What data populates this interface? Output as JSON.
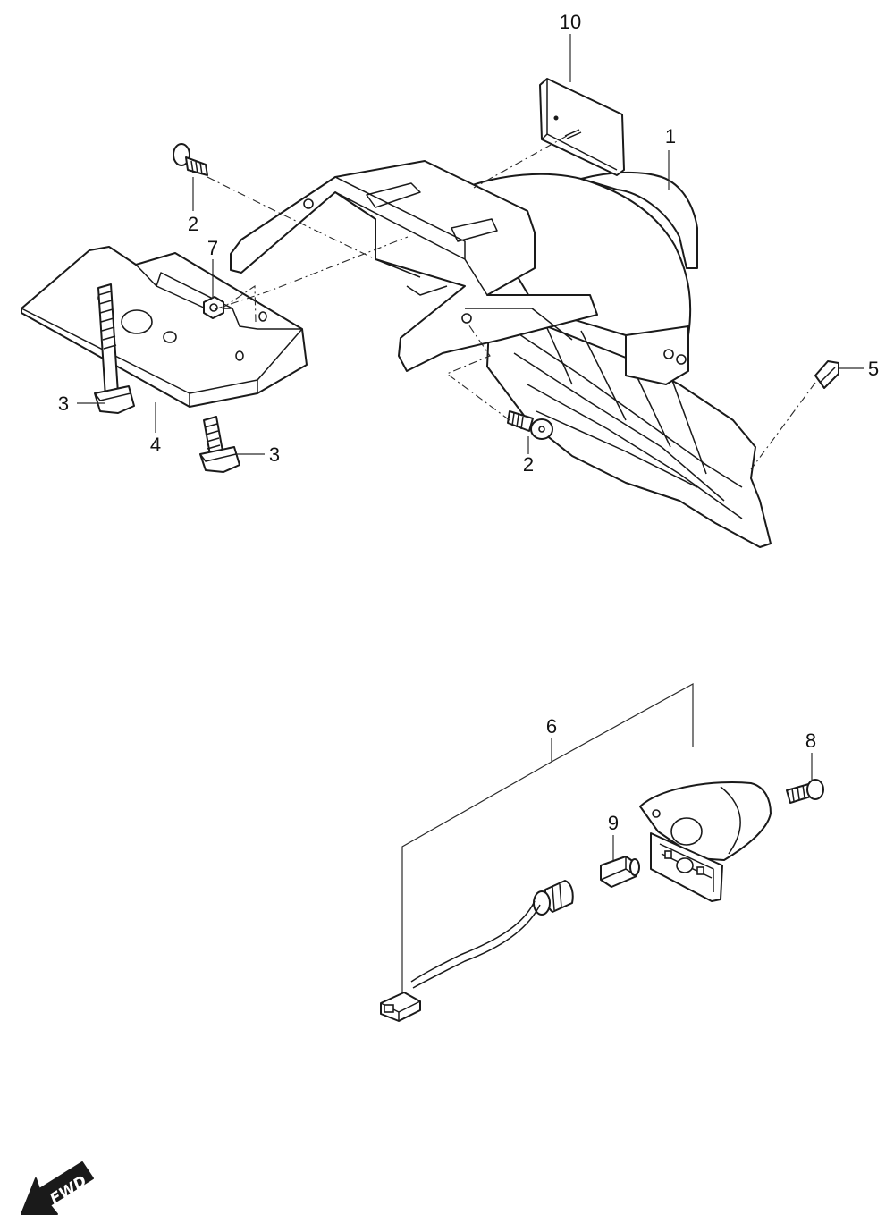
{
  "callouts": {
    "c1": "1",
    "c2a": "2",
    "c2b": "2",
    "c3a": "3",
    "c3b": "3",
    "c4": "4",
    "c5": "5",
    "c6": "6",
    "c7": "7",
    "c8": "8",
    "c9": "9",
    "c10": "10"
  },
  "direction": {
    "label": "FWD",
    "icon": "forward-arrow-icon"
  },
  "colors": {
    "line": "#1a1a1a",
    "background": "#ffffff"
  }
}
